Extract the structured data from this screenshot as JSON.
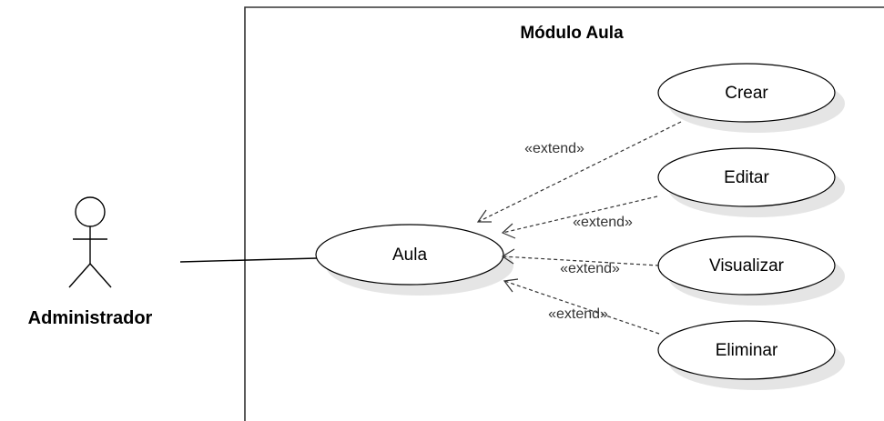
{
  "system": {
    "title": "Módulo Aula"
  },
  "actor": {
    "name": "Administrador",
    "icon": "stick-figure-icon"
  },
  "main_use_case": {
    "label": "Aula"
  },
  "extension_use_cases": [
    {
      "label": "Crear",
      "stereotype": "«extend»"
    },
    {
      "label": "Editar",
      "stereotype": "«extend»"
    },
    {
      "label": "Visualizar",
      "stereotype": "«extend»"
    },
    {
      "label": "Eliminar",
      "stereotype": "«extend»"
    }
  ],
  "colors": {
    "line": "#000000",
    "dashed_relation": "#333333",
    "shadow": "#cfcfcf"
  }
}
